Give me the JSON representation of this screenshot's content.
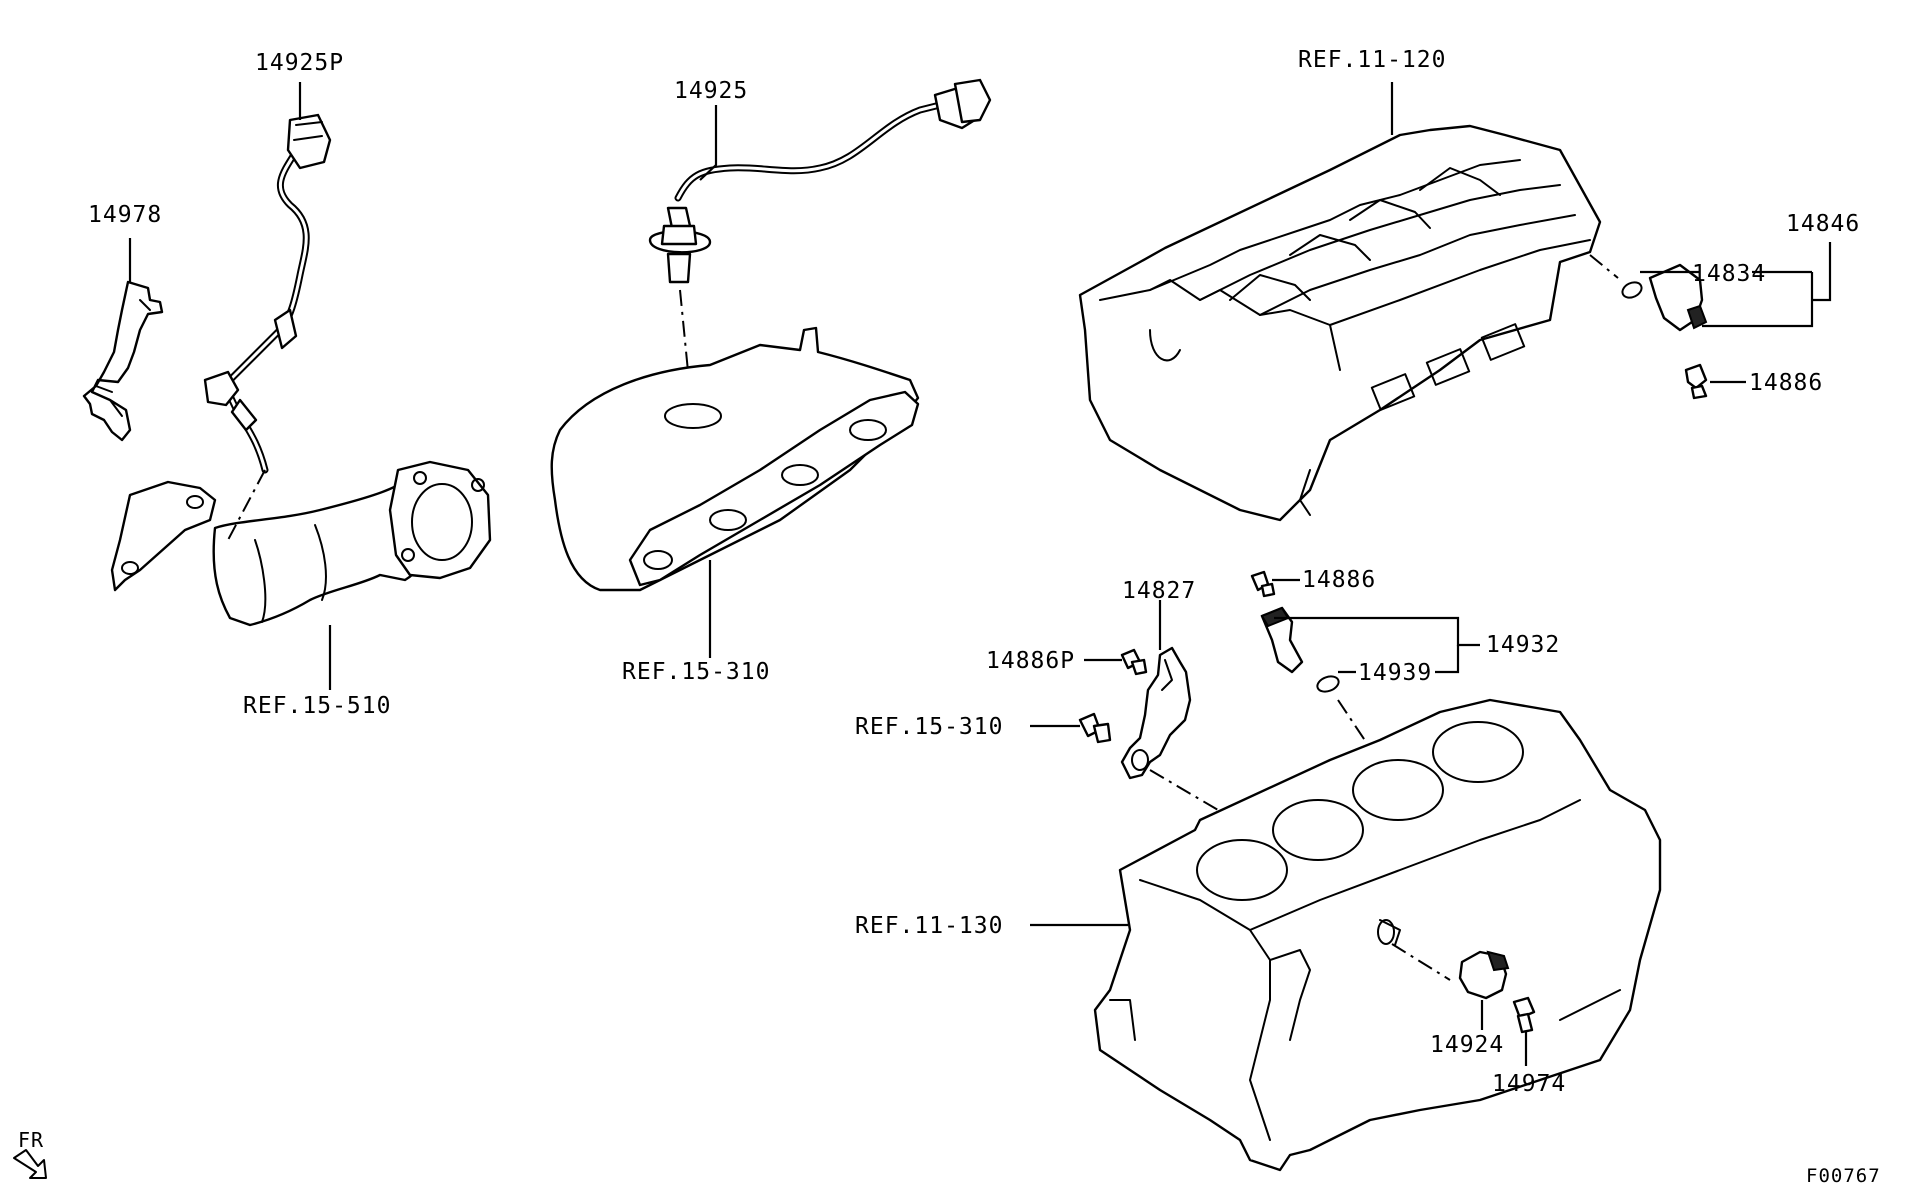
{
  "labels": {
    "l14925p": "14925P",
    "l14925": "14925",
    "l14978": "14978",
    "ref_15_510": "REF.15-510",
    "ref_15_310_top": "REF.15-310",
    "ref_11_120": "REF.11-120",
    "l14846": "14846",
    "l14834": "14834",
    "l14886_top": "14886",
    "l14886_mid": "14886",
    "l14827": "14827",
    "l14932": "14932",
    "l14886p": "14886P",
    "l14939": "14939",
    "ref_15_310_mid": "REF.15-310",
    "ref_11_130": "REF.11-130",
    "l14924": "14924",
    "l14974": "14974"
  },
  "corner": {
    "fr": "FR",
    "code": "F00767"
  }
}
